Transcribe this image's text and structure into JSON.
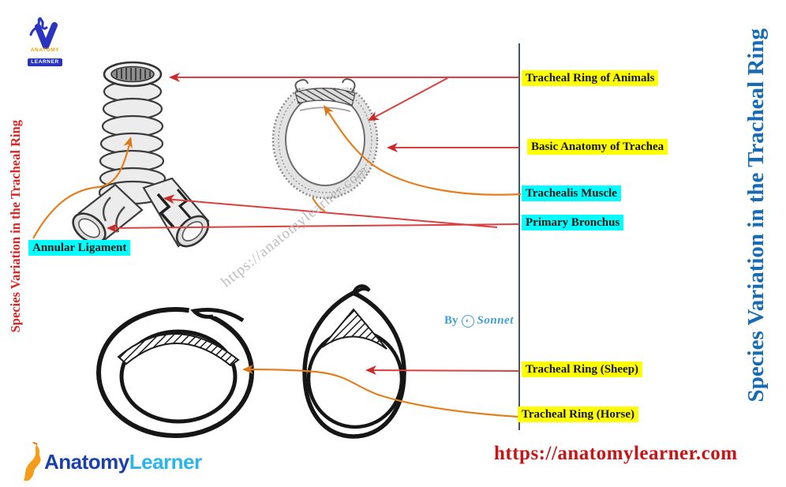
{
  "titles": {
    "left_vertical": "Species Variation in the Tracheal Ring",
    "right_vertical": "Species Variation in the Tracheal Ring"
  },
  "annotations": {
    "tracheal_ring_of_animals": "Tracheal Ring of Animals",
    "basic_anatomy_of_trachea": "Basic Anatomy of Trachea",
    "trachealis_muscle": "Trachealis Muscle",
    "primary_bronchus": "Primary Bronchus",
    "annular_ligament": "Annular Ligament",
    "tracheal_ring_sheep": "Tracheal Ring (Sheep)",
    "tracheal_ring_horse": "Tracheal Ring (Horse)"
  },
  "byline": {
    "by": "By",
    "name": "Sonnet"
  },
  "watermark": "https://anatomylearner.com",
  "header_logo": {
    "anatomy": "ANATOMY",
    "learner": "LEARNER"
  },
  "footer": {
    "logo_anatomy": "Anatomy",
    "logo_learner": "Learner",
    "url": "https://anatomylearner.com"
  },
  "colors": {
    "highlight_yellow": "#ffff00",
    "highlight_cyan": "#00ffff",
    "leader_red": "#d94040",
    "leader_orange": "#e2801e",
    "left_title_red": "#e02222",
    "right_title_blue": "#176bb4",
    "url_red": "#c81414",
    "divider": "#44546a"
  }
}
